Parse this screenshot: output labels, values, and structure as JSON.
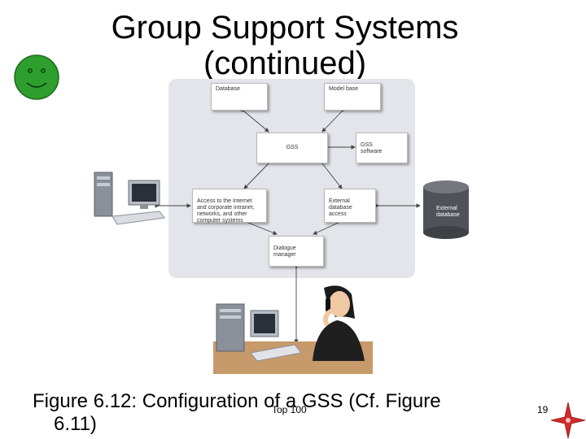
{
  "title_line1": "Group Support Systems",
  "title_line2": "(continued)",
  "diagram": {
    "database": "Database",
    "model_base": "Model base",
    "gss": "GSS",
    "gss_software": "GSS\nsoftware",
    "access": "Access to the Internet\nand corporate intranet,\nnetworks, and other\ncomputer systems",
    "external_access": "External\ndatabase\naccess",
    "external_database": "External\ndatabase",
    "dialogue_manager": "Dialogue\nmanager"
  },
  "caption_line1": "Figure 6.12: Configuration of a GSS (Cf. Figure",
  "caption_line2": "6.11)",
  "top100": "Top 100",
  "page_number": "19",
  "colors": {
    "smiley_green": "#2e9e2e",
    "star_red": "#d42a2a",
    "panel_grey": "#e3e5ea"
  },
  "icons": [
    "smiley-icon",
    "navigation-star-icon",
    "computer-workstation-icon",
    "database-cylinder-icon",
    "user-with-phone-image"
  ]
}
